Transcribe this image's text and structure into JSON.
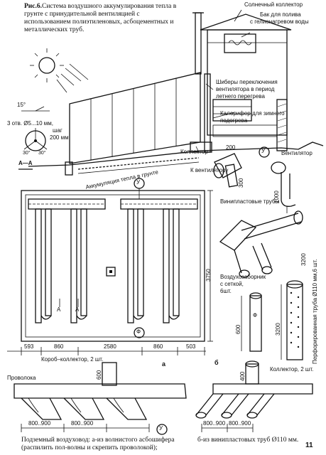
{
  "figure": {
    "fig_label": "Рис.6.",
    "caption": "Система воздушного аккумулирования тепла в грунте с принудительной вентиляцией с использованием полиэтиленовых, асбоцементных и металлических труб."
  },
  "callouts": {
    "solar_collector": "Солнечный коллектор",
    "tank": "Бак для полива",
    "tank_2": "с гелионагревом воды",
    "shutters_1": "Шиберы переключения",
    "shutters_2": "вентилятора в период",
    "shutters_3": "летнего перегрева",
    "heater_1": "Калорифер для зимнего",
    "heater_2": "подогрева",
    "collector": "Коллектор",
    "fan": "Вентилятор",
    "to_fan": "К вентилятору",
    "accumulation": "Аккумуляция тепла в грунте",
    "vinyl_pipes": "Винипластовые трубы",
    "air_intake_1": "Воздухозаборник",
    "air_intake_2": "с сеткой,",
    "air_intake_3": "6шт.",
    "perforated_pipe": "Перфорированная труба Ø110 мм,6 шт.",
    "box_collector": "Короб–коллектор, 2 шт.",
    "wire": "Проволока",
    "collector_2": "Коллектор, 2 шт."
  },
  "section": {
    "angle": "15°",
    "holes": "3 отв. Ø5...10 мм,",
    "step_1": "шаг",
    "step_2": "200 мм",
    "angle_left": "30°",
    "angle_right": "30°",
    "section_label": "А—А"
  },
  "plan": {
    "marker_u": "У",
    "marker_f": "Ф",
    "marker_a": "А",
    "dims": [
      "593",
      "860",
      "2580",
      "860",
      "503"
    ],
    "height_dim": "3750"
  },
  "pipes_dims": {
    "d200": "200",
    "d300": "300",
    "d1000": "1000",
    "d3200": "3200",
    "d600_a": "600",
    "d600_b": "600",
    "d3200_b": "3200",
    "d400": "400"
  },
  "bottom": {
    "label_a": "а",
    "label_b": "б",
    "dim_1": "800..900",
    "dim_2": "800..900",
    "dim_3": "800..900",
    "dim_4": "800..900",
    "caption_a_1": "Подземный воздуховод: а-из волнистого асбошифера",
    "caption_a_2": "(распилить пол-волны и скрепить проволокой);",
    "caption_b": "б-из винипластовых труб Ø110 мм."
  },
  "page_number": "11"
}
